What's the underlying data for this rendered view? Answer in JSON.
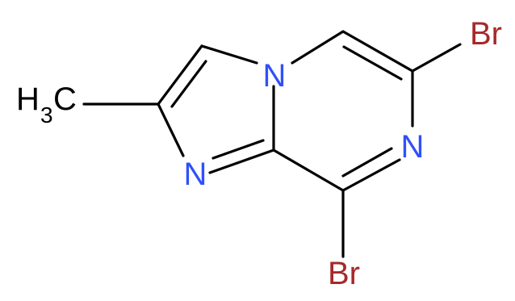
{
  "molecule": {
    "atoms": {
      "br_top": "Br",
      "br_bottom": "Br",
      "n_bridge": "N",
      "n_imidazole": "N",
      "n_pyrazine": "N",
      "methyl_h": "H",
      "methyl_sub": "3",
      "methyl_c": "C"
    }
  },
  "colors": {
    "bond": "#000000",
    "nitrogen": "#3050f8",
    "bromine": "#a62929",
    "carbon_label": "#000000"
  }
}
